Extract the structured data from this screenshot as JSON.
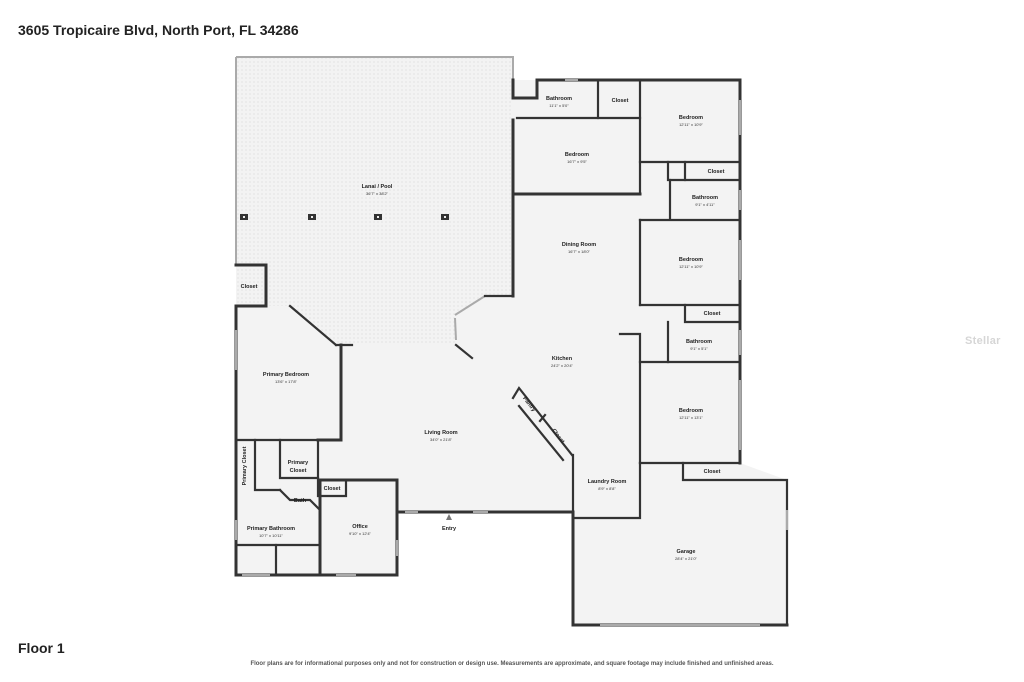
{
  "header": {
    "title": "3605 Tropicaire Blvd, North Port, FL 34286"
  },
  "floor_label": "Floor 1",
  "disclaimer": "Floor plans are for informational purposes only and not for construction or design use. Measurements are approximate, and square footage may include finished and unfinished areas.",
  "watermark": "Stellar",
  "rooms": {
    "lanai": {
      "name": "Lanai / Pool",
      "dim": "36'7\" x 38'2\""
    },
    "bathroom_top": {
      "name": "Bathroom",
      "dim": "11'1\" x 5'0\""
    },
    "closet_top": {
      "name": "Closet"
    },
    "bedroom_ne": {
      "name": "Bedroom",
      "dim": "12'11\" x 10'9\""
    },
    "bedroom_n": {
      "name": "Bedroom",
      "dim": "16'7\" x 9'5\""
    },
    "closet_e1": {
      "name": "Closet"
    },
    "bathroom_e1": {
      "name": "Bathroom",
      "dim": "9'1\" x 4'11\""
    },
    "dining": {
      "name": "Dining Room",
      "dim": "16'7\" x 18'0\""
    },
    "bedroom_e": {
      "name": "Bedroom",
      "dim": "12'11\" x 10'9\""
    },
    "closet_e2": {
      "name": "Closet"
    },
    "bathroom_e2": {
      "name": "Bathroom",
      "dim": "9'1\" x 5'1\""
    },
    "kitchen": {
      "name": "Kitchen",
      "dim": "24'2\" x 20'4\""
    },
    "bedroom_se": {
      "name": "Bedroom",
      "dim": "12'11\" x 13'1\""
    },
    "closet_e3": {
      "name": "Closet"
    },
    "closet_w": {
      "name": "Closet"
    },
    "primary_bedroom": {
      "name": "Primary Bedroom",
      "dim": "13'6\" x 17'8\""
    },
    "living": {
      "name": "Living Room",
      "dim": "34'0\" x 21'8\""
    },
    "pantry": {
      "name": "Pantry"
    },
    "closet_diag": {
      "name": "Closet"
    },
    "laundry": {
      "name": "Laundry Room",
      "dim": "8'9\" x 8'8\""
    },
    "primary_closet_v": {
      "name": "Primary Closet"
    },
    "primary_closet_l1": {
      "name": "Primary"
    },
    "primary_closet_l2": {
      "name": "Closet"
    },
    "bath": {
      "name": "Bath"
    },
    "closet_office": {
      "name": "Closet"
    },
    "office": {
      "name": "Office",
      "dim": "9'10\" x 12'4\""
    },
    "entry": {
      "name": "Entry"
    },
    "primary_bathroom": {
      "name": "Primary Bathroom",
      "dim": "10'7\" x 10'11\""
    },
    "garage": {
      "name": "Garage",
      "dim": "28'4\" x 21'0\""
    }
  }
}
